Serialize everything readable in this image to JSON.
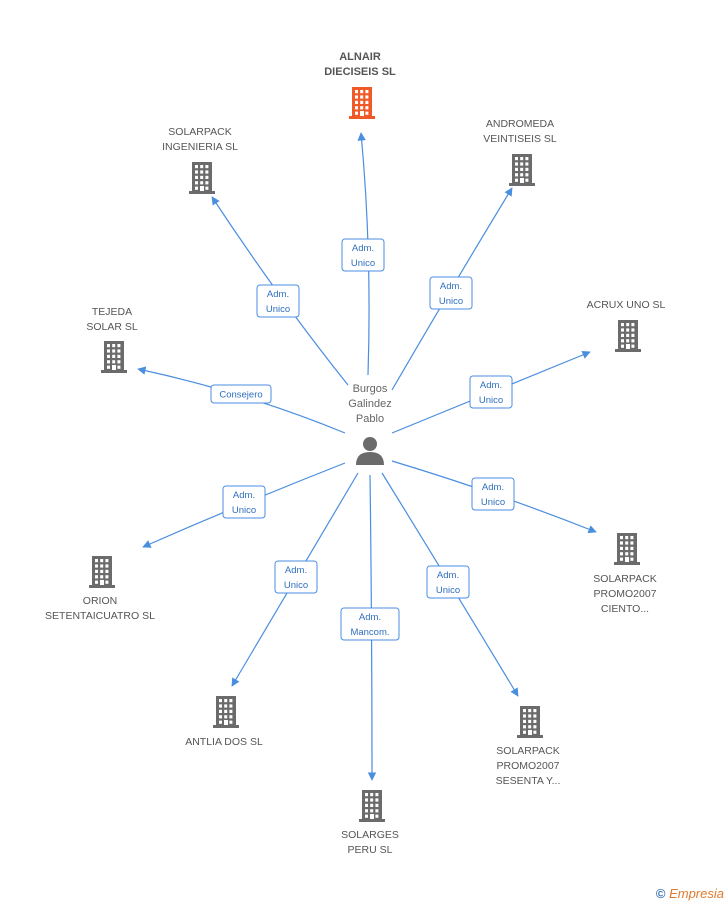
{
  "center": {
    "name_lines": [
      "Burgos",
      "Galindez",
      "Pablo"
    ],
    "icon": "person-icon"
  },
  "nodes": [
    {
      "id": "alnair",
      "label_lines": [
        "ALNAIR",
        "DIECISEIS SL"
      ],
      "color": "#f05a28",
      "highlight": true,
      "role_lines": [
        "Adm.",
        "Unico"
      ]
    },
    {
      "id": "andromeda",
      "label_lines": [
        "ANDROMEDA",
        "VEINTISEIS SL"
      ],
      "color": "#6b6b6b",
      "role_lines": [
        "Adm.",
        "Unico"
      ]
    },
    {
      "id": "solarpack-ing",
      "label_lines": [
        "SOLARPACK",
        "INGENIERIA SL"
      ],
      "color": "#6b6b6b",
      "role_lines": [
        "Adm.",
        "Unico"
      ]
    },
    {
      "id": "acrux",
      "label_lines": [
        "ACRUX UNO SL"
      ],
      "color": "#6b6b6b",
      "role_lines": [
        "Adm.",
        "Unico"
      ]
    },
    {
      "id": "tejeda",
      "label_lines": [
        "TEJEDA",
        "SOLAR  SL"
      ],
      "color": "#6b6b6b",
      "role_lines": [
        "Consejero"
      ]
    },
    {
      "id": "solarpack-ciento",
      "label_lines": [
        "SOLARPACK",
        "PROMO2007",
        "CIENTO..."
      ],
      "color": "#6b6b6b",
      "role_lines": [
        "Adm.",
        "Unico"
      ]
    },
    {
      "id": "orion",
      "label_lines": [
        "ORION",
        "SETENTAICUATRO SL"
      ],
      "color": "#6b6b6b",
      "role_lines": [
        "Adm.",
        "Unico"
      ]
    },
    {
      "id": "antlia",
      "label_lines": [
        "ANTLIA DOS SL"
      ],
      "color": "#6b6b6b",
      "role_lines": [
        "Adm.",
        "Unico"
      ]
    },
    {
      "id": "solarges",
      "label_lines": [
        "SOLARGES",
        "PERU  SL"
      ],
      "color": "#6b6b6b",
      "role_lines": [
        "Adm.",
        "Mancom."
      ]
    },
    {
      "id": "solarpack-sesenta",
      "label_lines": [
        "SOLARPACK",
        "PROMO2007",
        "SESENTA Y..."
      ],
      "color": "#6b6b6b",
      "role_lines": [
        "Adm.",
        "Unico"
      ]
    }
  ],
  "footer": {
    "copyright_symbol": "©",
    "brand_initial": "E",
    "brand_rest": "mpresia"
  },
  "colors": {
    "edge": "#4a8ee0",
    "node_default": "#6b6b6b",
    "node_highlight": "#f05a28",
    "person": "#6b6b6b"
  }
}
